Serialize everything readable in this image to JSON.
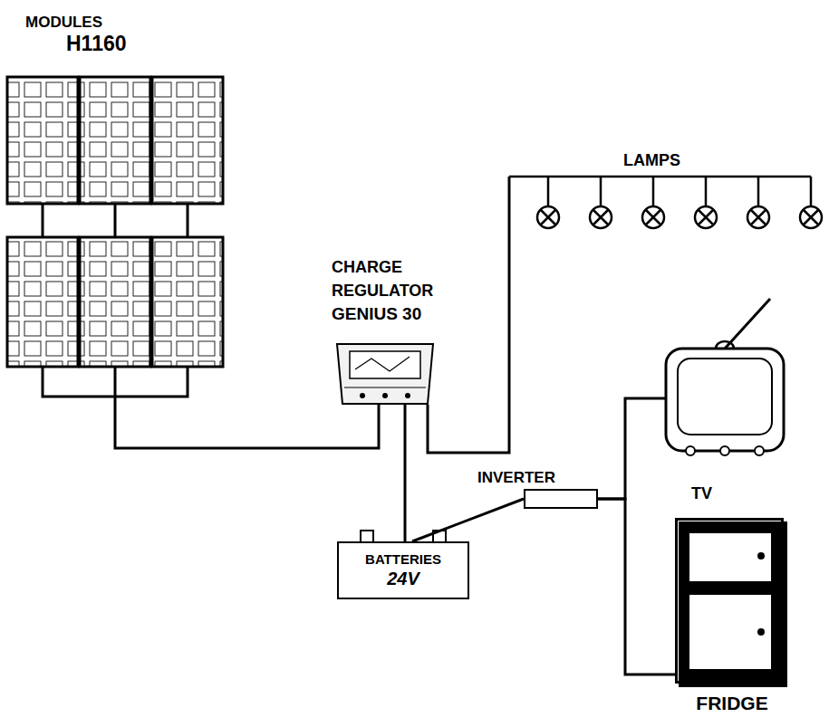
{
  "diagram": {
    "nodes": [
      {
        "text": [
          "MODULES",
          "H1160"
        ]
      },
      {
        "text": [
          "LAMPS"
        ]
      },
      {
        "text": [
          "CHARGE REGULATOR",
          "GENIUS 30"
        ]
      },
      {
        "text": [
          "INVERTER"
        ]
      },
      {
        "text": [
          "TV"
        ]
      },
      {
        "text": [
          "BATTERIES",
          "24V"
        ]
      },
      {
        "text": [
          "FRIDGE"
        ]
      }
    ],
    "edges": [
      {
        "from": 0,
        "to": 2,
        "arrow": "none"
      },
      {
        "from": 2,
        "to": 1,
        "arrow": "none"
      },
      {
        "from": 2,
        "to": 5,
        "arrow": "none"
      },
      {
        "from": 5,
        "to": 3,
        "arrow": "none"
      },
      {
        "from": 3,
        "to": 4,
        "arrow": "none"
      },
      {
        "from": 3,
        "to": 6,
        "arrow": "none"
      }
    ]
  }
}
